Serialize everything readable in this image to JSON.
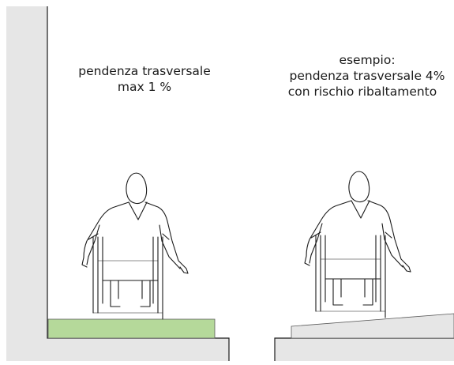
{
  "left_caption": {
    "line1": "pendenza trasversale",
    "line2": "max 1 %"
  },
  "right_caption": {
    "line1": "esempio:",
    "line2": "pendenza trasversale 4%",
    "line3": "con rischio ribaltamento"
  },
  "colors": {
    "wall": "#e6e6e6",
    "outline": "#1a1a1a",
    "good_slab": "#b5d99a",
    "bad_slab": "#e6e6e6",
    "background": "#ffffff"
  }
}
